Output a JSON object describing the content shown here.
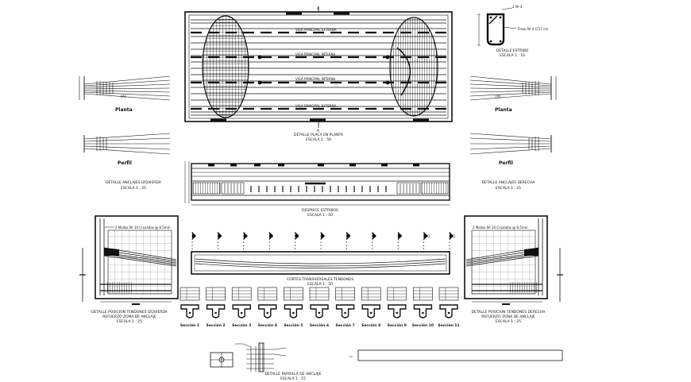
{
  "plan": {
    "section_mark_top": "A",
    "section_mark_bottom": "A",
    "beams": [
      "VIGA PRINCIPAL EXTERNA",
      "VIGA PRINCIPAL INTERNA",
      "VIGA PRINCIPAL INTERNA",
      "VIGA PRINCIPAL EXTERNA"
    ],
    "title": "DETALLE PLACA EN PLANTA",
    "scale": "ESCALA 1 : 50"
  },
  "stirrup": {
    "bar_note": "2 Nº 4",
    "spacing_note": "Flexo Nº 4 C/17 cm",
    "title": "DETALLE ESTRIBO",
    "scale": "ESCALA 1 : 10"
  },
  "anchor_left": {
    "marker": "(A)",
    "plan_label": "Planta",
    "profile_label": "Perfil",
    "title": "DETALLE ANCLAJES IZQUIERDA",
    "scale": "ESCALA 1 : 25"
  },
  "anchor_right": {
    "marker": "(A)",
    "plan_label": "Planta",
    "profile_label": "Perfil",
    "title": "DETALLE ANCLAJES DERECHA",
    "scale": "ESCALA 1 : 25"
  },
  "elevation": {
    "title": "DESPIECE ESTRIBOS",
    "scale": "ESCALA 1 : 50"
  },
  "tendon_left": {
    "note": "2 Mallas Nº 10 Cruzadas @ 8.5mm",
    "title": "DETALLE POSICION TENDONES IZQUIERDA",
    "subtitle": "REFUERZO ZONA DE ANCLAJE",
    "scale": "ESCALA 1 : 25"
  },
  "tendon_right": {
    "note": "2 Mallas Nº 10 Cruzadas @ 8.5mm",
    "title": "DETALLE POSICION TENDONES DERECHA",
    "subtitle": "REFUERZO ZONA DE ANCLAJE",
    "scale": "ESCALA 1 : 25"
  },
  "long_section": {
    "title": "CORTES TRANSVERSALES TENDONES",
    "scale": "ESCALA 1 : 50",
    "markers": [
      "1",
      "2",
      "3",
      "4",
      "5",
      "6",
      "7",
      "8",
      "9",
      "10",
      "11"
    ]
  },
  "sections": [
    "Sección 1",
    "Sección 2",
    "Sección 3",
    "Sección 4",
    "Sección 5",
    "Sección 6",
    "Sección 7",
    "Sección 8",
    "Sección 9",
    "Sección 10",
    "Sección 11"
  ],
  "grid_anchor": {
    "title": "DETALLE PARRILLA DE ANCLAJE",
    "scale": "ESCALA 1 : 15"
  },
  "colors": {
    "line": "#111111",
    "paper": "#ffffff",
    "light": "#777777"
  }
}
